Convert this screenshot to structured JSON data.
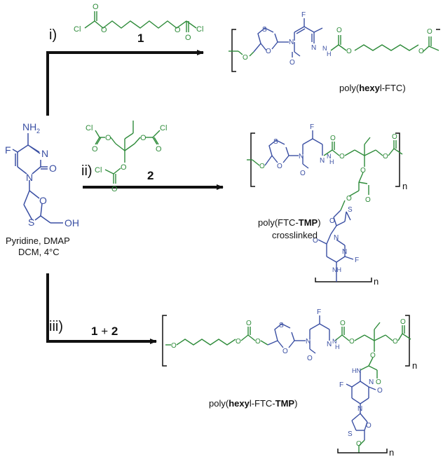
{
  "colors": {
    "monomer": "#3a4fa3",
    "linker": "#2e8b3a",
    "text": "#111111"
  },
  "steps": {
    "i": "i)",
    "ii": "ii)",
    "iii": "iii)"
  },
  "reagents": {
    "label_1": "1",
    "label_2": "2",
    "combo_1": "1",
    "combo_plus": " + ",
    "combo_2": "2"
  },
  "atoms": {
    "cl": "Cl",
    "o": "O",
    "f": "F",
    "n": "N",
    "s": "S",
    "nh2_n": "NH",
    "nh2_sub": "2",
    "oh": "OH",
    "h": "H",
    "hn": "HN",
    "nh": "NH"
  },
  "conditions": {
    "line1": "Pyridine, DMAP",
    "line2": "DCM, 4°C"
  },
  "products": {
    "p1_pre": "poly(",
    "p1_bold": "hexy",
    "p1_post": "l-FTC)",
    "p2_pre": "poly(FTC-",
    "p2_bold": "TMP",
    "p2_post": ")",
    "p2_sub": "crosslinked",
    "p3_pre": "poly(",
    "p3_bold1": "hexy",
    "p3_mid": "l-FTC-",
    "p3_bold2": "TMP",
    "p3_post": ")"
  },
  "subscript_n": "n"
}
